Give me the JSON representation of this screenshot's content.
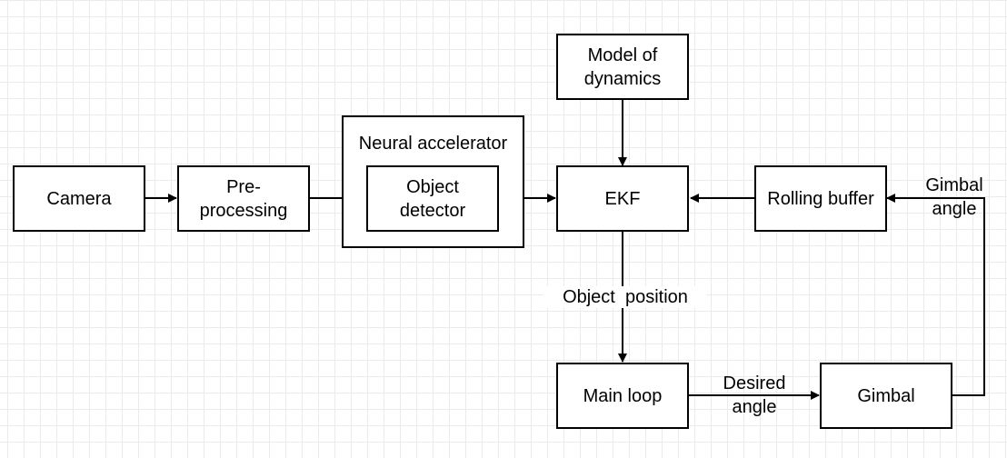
{
  "nodes": {
    "camera": "Camera",
    "preprocessing_line1": "Pre-",
    "preprocessing_line2": "processing",
    "neural_accelerator": "Neural accelerator",
    "object_detector_line1": "Object",
    "object_detector_line2": "detector",
    "model_of_dynamics_line1": "Model of",
    "model_of_dynamics_line2": "dynamics",
    "ekf": "EKF",
    "rolling_buffer": "Rolling buffer",
    "main_loop": "Main loop",
    "gimbal": "Gimbal"
  },
  "edge_labels": {
    "object_position": "Object  position",
    "desired_angle_line1": "Desired",
    "desired_angle_line2": "angle",
    "gimbal_angle_line1": "Gimbal",
    "gimbal_angle_line2": "angle"
  }
}
